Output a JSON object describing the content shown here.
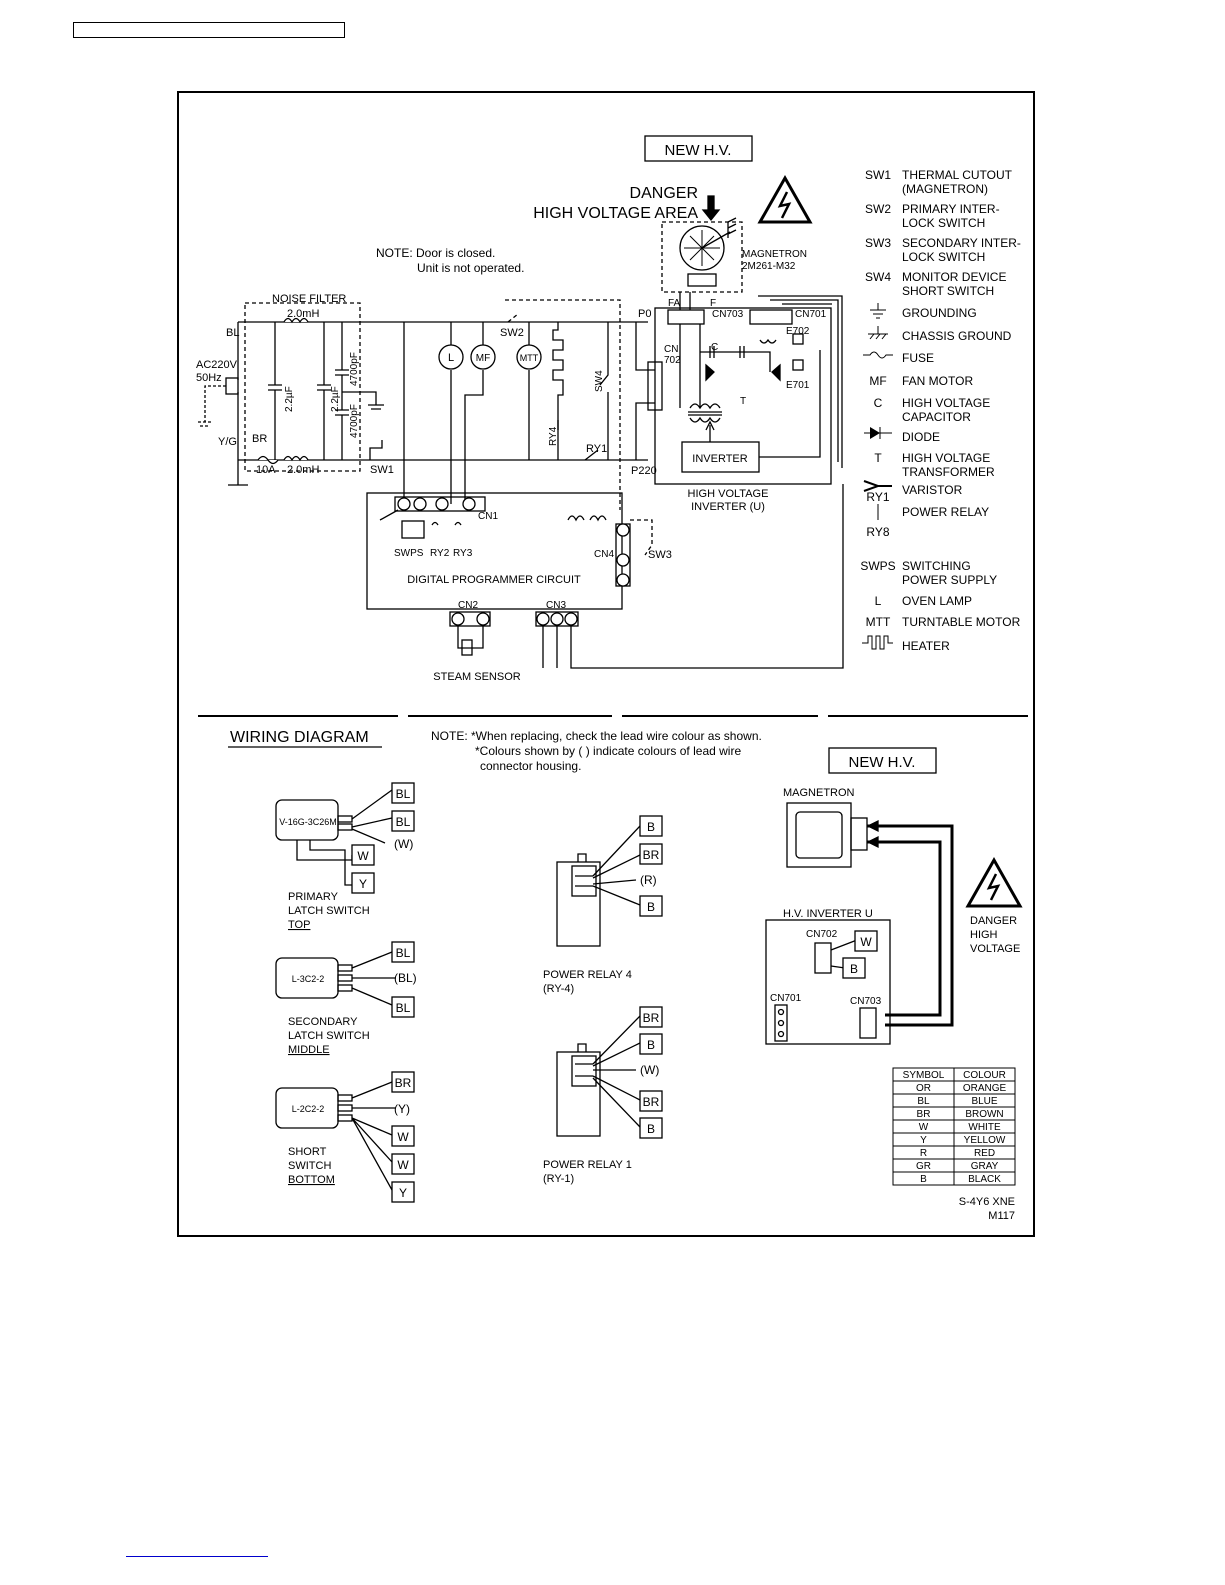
{
  "labels": {
    "new_hv": "NEW H.V.",
    "danger": "DANGER",
    "hv_area": "HIGH VOLTAGE AREA",
    "note1": "NOTE: Door is closed.",
    "note2": "Unit is not operated.",
    "magnetron": "MAGNETRON",
    "magnetron_model": "2M261-M32",
    "noise_filter": "NOISE FILTER",
    "l1": "2.0mH",
    "l2": "2.0mH",
    "bl": "BL",
    "br": "BR",
    "ac1": "AC220V",
    "ac2": "50Hz",
    "yg": "Y/G",
    "fuse_10a": "10A",
    "c1": "2.2µF",
    "c2": "2.2µF",
    "c3": "4700pF",
    "c4": "4700pF",
    "sw1": "SW1",
    "sw2": "SW2",
    "sw4": "SW4",
    "sw3": "SW3",
    "ry4": "RY4",
    "ry1": "RY1",
    "p0": "P0",
    "p220": "P220",
    "lamp": "L",
    "fan": "MF",
    "tt": "MTT",
    "fa": "FA",
    "f": "F",
    "cn703": "CN703",
    "cn701": "CN701",
    "cn_a": "CN",
    "cn_b": "702",
    "e702": "E702",
    "e701": "E701",
    "cap_c": "C",
    "trans_t": "T",
    "inverter": "INVERTER",
    "hvi1": "HIGH VOLTAGE",
    "hvi2": "INVERTER (U)",
    "cn1": "CN1",
    "cn2": "CN2",
    "cn3": "CN3",
    "cn4": "CN4",
    "swps": "SWPS",
    "ry2": "RY2",
    "ry3": "RY3",
    "dpc": "DIGITAL PROGRAMMER CIRCUIT",
    "steam": "STEAM SENSOR",
    "wiring_title": "WIRING DIAGRAM",
    "wnote1": "NOTE:  *When replacing, check the lead wire colour as shown.",
    "wnote2": "*Colours shown by (     ) indicate colours of lead wire",
    "wnote3": "connector housing.",
    "sw_primary_model": "V-16G-3C26M",
    "sw_primary_1": "PRIMARY",
    "sw_primary_2": "LATCH SWITCH",
    "sw_primary_3": "TOP",
    "sw_secondary_model": "L-3C2-2",
    "sw_secondary_1": "SECONDARY",
    "sw_secondary_2": "LATCH SWITCH",
    "sw_secondary_3": "MIDDLE",
    "sw_short_model": "L-2C2-2",
    "sw_short_1": "SHORT",
    "sw_short_2": "SWITCH",
    "sw_short_3": "BOTTOM",
    "relay4_1": "POWER RELAY 4",
    "relay4_2": "(RY-4)",
    "relay1_1": "POWER RELAY 1",
    "relay1_2": "(RY-1)",
    "hv_magnetron": "MAGNETRON",
    "hv_inverter_u": "H.V. INVERTER U",
    "hv_cn702": "CN702",
    "hv_cn701": "CN701",
    "hv_cn703": "CN703",
    "danger_high_1": "DANGER",
    "danger_high_2": "HIGH",
    "danger_high_3": "VOLTAGE",
    "model_code": "S-4Y6 XNE",
    "page_code": "M117"
  },
  "wire_tags": {
    "p1": "BL",
    "p2": "BL",
    "p3": "(W)",
    "p4": "W",
    "p5": "Y",
    "s1": "BL",
    "s2": "(BL)",
    "s3": "BL",
    "h1": "BR",
    "h2": "(Y)",
    "h3": "W",
    "h4": "W",
    "h5": "Y",
    "r4a": "B",
    "r4b": "BR",
    "r4c": "(R)",
    "r4d": "B",
    "r1a": "BR",
    "r1b": "B",
    "r1c": "(W)",
    "r1d": "BR",
    "r1e": "B",
    "hv_w": "W",
    "hv_b": "B"
  },
  "legend": [
    {
      "symbol": "SW1",
      "desc": [
        "THERMAL CUTOUT",
        "(MAGNETRON)"
      ]
    },
    {
      "symbol": "SW2",
      "desc": [
        "PRIMARY INTER-",
        "LOCK SWITCH"
      ]
    },
    {
      "symbol": "SW3",
      "desc": [
        "SECONDARY INTER-",
        "LOCK SWITCH"
      ]
    },
    {
      "symbol": "SW4",
      "desc": [
        "MONITOR DEVICE",
        "SHORT SWITCH"
      ]
    },
    {
      "symbol": "grounding-icon",
      "desc": [
        "GROUNDING"
      ]
    },
    {
      "symbol": "chassis-ground-icon",
      "desc": [
        "CHASSIS GROUND"
      ]
    },
    {
      "symbol": "fuse-icon",
      "desc": [
        "FUSE"
      ]
    },
    {
      "symbol": "MF",
      "desc": [
        "FAN MOTOR"
      ]
    },
    {
      "symbol": "C",
      "desc": [
        "HIGH VOLTAGE",
        "CAPACITOR"
      ]
    },
    {
      "symbol": "diode-icon",
      "desc": [
        "DIODE"
      ]
    },
    {
      "symbol": "T",
      "desc": [
        "HIGH VOLTAGE",
        "TRANSFORMER"
      ]
    },
    {
      "symbol": "varistor-icon",
      "desc": [
        "VARISTOR"
      ]
    },
    {
      "symbol": "RY1 | RY8",
      "desc": [
        "POWER RELAY"
      ]
    },
    {
      "symbol": "SWPS",
      "desc": [
        "SWITCHING",
        "POWER SUPPLY"
      ]
    },
    {
      "symbol": "L",
      "desc": [
        "OVEN LAMP"
      ]
    },
    {
      "symbol": "MTT",
      "desc": [
        "TURNTABLE MOTOR"
      ]
    },
    {
      "symbol": "heater-icon",
      "desc": [
        "HEATER"
      ]
    }
  ],
  "colour_table": {
    "headers": [
      "SYMBOL",
      "COLOUR"
    ],
    "rows": [
      [
        "OR",
        "ORANGE"
      ],
      [
        "BL",
        "BLUE"
      ],
      [
        "BR",
        "BROWN"
      ],
      [
        "W",
        "WHITE"
      ],
      [
        "Y",
        "YELLOW"
      ],
      [
        "R",
        "RED"
      ],
      [
        "GR",
        "GRAY"
      ],
      [
        "B",
        "BLACK"
      ]
    ]
  }
}
